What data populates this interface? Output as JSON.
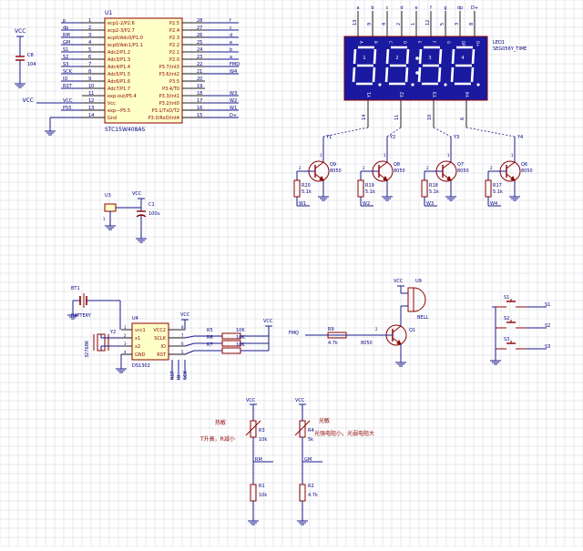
{
  "colors": {
    "background": "#ffffff",
    "grid": "#d4d4dc",
    "wire": "#1a1a8c",
    "component": "#8b0000",
    "label": "#000080",
    "pin": "#202020",
    "ic_fill": "#ffffc8",
    "display_fill": "#1a1aa0",
    "display_segment": "#ffffff"
  },
  "mcu": {
    "ref": "U1",
    "part": "STC15W408AS",
    "left_pins": [
      {
        "num": "1",
        "name": "ecp1-2/P2.6",
        "net": "p"
      },
      {
        "num": "2",
        "name": "ecp2-3/P2.7",
        "net": "dp"
      },
      {
        "num": "3",
        "name": "ecp0/Adc0/P1.0",
        "net": "RM"
      },
      {
        "num": "4",
        "name": "ecp0/Adc1/P1.1",
        "net": "GM"
      },
      {
        "num": "5",
        "name": "Adc2/P1.2",
        "net": "S1"
      },
      {
        "num": "6",
        "name": "Adc3/P1.3",
        "net": "S2"
      },
      {
        "num": "7",
        "name": "Adc4/P1.4",
        "net": "S3"
      },
      {
        "num": "8",
        "name": "Adc5/P1.5",
        "net": "SCK"
      },
      {
        "num": "9",
        "name": "Adc6/P1.6",
        "net": "IO"
      },
      {
        "num": "10",
        "name": "Adc7/P1.7",
        "net": "RST"
      },
      {
        "num": "11",
        "name": "exp-out/P5.4",
        "net": ""
      },
      {
        "num": "12",
        "name": "Vcc",
        "net": "VCC"
      },
      {
        "num": "13",
        "name": "exp—P5.5",
        "net": "P55"
      },
      {
        "num": "14",
        "name": "Gnd",
        "net": ""
      }
    ],
    "right_pins": [
      {
        "num": "28",
        "name": "P2.5",
        "net": "f"
      },
      {
        "num": "27",
        "name": "P2.4",
        "net": "c"
      },
      {
        "num": "26",
        "name": "P2.3",
        "net": "d"
      },
      {
        "num": "25",
        "name": "P2.2",
        "net": "e"
      },
      {
        "num": "24",
        "name": "P2.1",
        "net": "b"
      },
      {
        "num": "23",
        "name": "P2.0",
        "net": "a"
      },
      {
        "num": "22",
        "name": "P3.7/int3",
        "net": "FMQ"
      },
      {
        "num": "21",
        "name": "P3.6/int2",
        "net": "W4"
      },
      {
        "num": "20",
        "name": "P3.5",
        "net": ""
      },
      {
        "num": "19",
        "name": "P3.4/T0",
        "net": ""
      },
      {
        "num": "18",
        "name": "P3.3/int1",
        "net": "W3"
      },
      {
        "num": "17",
        "name": "P3.2/int0",
        "net": "W2"
      },
      {
        "num": "16",
        "name": "P3.1/TxD/T2",
        "net": "W1"
      },
      {
        "num": "15",
        "name": "P3.0/RxD/int4",
        "net": "D+"
      }
    ]
  },
  "decoupling": {
    "vcc": "VCC",
    "ref": "C8",
    "value": "104"
  },
  "p55_vcc": "VCC",
  "display": {
    "ref": "LED1",
    "part": "SEG056Y_TIME",
    "top_pins": [
      {
        "num": "13",
        "net": "a"
      },
      {
        "num": "9",
        "net": "b"
      },
      {
        "num": "4",
        "net": "c"
      },
      {
        "num": "2",
        "net": "d"
      },
      {
        "num": "1",
        "net": "e"
      },
      {
        "num": "12",
        "net": "f"
      },
      {
        "num": "5",
        "net": "g"
      },
      {
        "num": "3",
        "net": "dp"
      },
      {
        "num": "8",
        "net": "D+"
      }
    ],
    "top_pin_names": [
      "A",
      "B",
      "C",
      "D",
      "E",
      "F",
      "G",
      "DP",
      "D+"
    ],
    "digit_tags": [
      "1",
      "2",
      "3",
      "4"
    ],
    "bottom_pins": [
      {
        "num": "14",
        "name": "Y1"
      },
      {
        "num": "11",
        "name": "Y2"
      },
      {
        "num": "10",
        "name": "Y3"
      },
      {
        "num": "6",
        "name": "Y4"
      }
    ]
  },
  "drivers": [
    {
      "q": "Q9",
      "type": "8050",
      "r": "R20",
      "rv": "5.1k",
      "w": "W1",
      "y": "Y1"
    },
    {
      "q": "Q8",
      "type": "8050",
      "r": "R19",
      "rv": "5.1k",
      "w": "W2",
      "y": "Y2"
    },
    {
      "q": "Q7",
      "type": "8050",
      "r": "R18",
      "rv": "5.1k",
      "w": "W3",
      "y": "Y3"
    },
    {
      "q": "Q6",
      "type": "8050",
      "r": "R17",
      "rv": "5.1k",
      "w": "W4",
      "y": "Y4"
    }
  ],
  "driver_pins": {
    "base": "2",
    "collector": "1"
  },
  "temp": {
    "ref": "U3",
    "pin": "1",
    "vcc": "VCC",
    "cap_ref": "C1",
    "cap_value": "100u"
  },
  "rtc": {
    "ref": "U4",
    "part": "DS1302",
    "battery": "BT1",
    "battery_label": "BATTERY",
    "crystal": "Y2",
    "crystal_value": "32768K",
    "vcc": "VCC",
    "pins": [
      "vcc1",
      "VCC2",
      "x1",
      "SCLK",
      "x2",
      "IO",
      "GND",
      "RST"
    ],
    "pin_nums": [
      "1",
      "8",
      "2",
      "7",
      "3",
      "6",
      "4",
      "5"
    ],
    "resistors": [
      {
        "ref": "R5",
        "value": "10K"
      },
      {
        "ref": "R6",
        "value": "10K"
      },
      {
        "ref": "R7",
        "value": "10K"
      }
    ],
    "pullup_vcc": "VCC",
    "nets": [
      "RST",
      "IO",
      "SCK"
    ]
  },
  "buzzer": {
    "ref": "U9",
    "label": "BELL",
    "vcc": "VCC",
    "net": "FMQ",
    "r": "R9",
    "rv": "4.7k",
    "pin": "2",
    "q": "Q1",
    "qtype": "8050"
  },
  "switches": [
    {
      "ref": "S1",
      "net": "S1"
    },
    {
      "ref": "S2",
      "net": "S2"
    },
    {
      "ref": "S3",
      "net": "S3"
    }
  ],
  "sensors": {
    "rm": {
      "title": "热敏",
      "note": "T升高，R减小",
      "vcc": "VCC",
      "r": "R3",
      "rv": "10k",
      "net": "RM",
      "r2": "R1",
      "r2v": "10k"
    },
    "gm": {
      "title": "光敏",
      "note": "光强电阻小，光弱电阻大",
      "vcc": "VCC",
      "r": "R4",
      "rv": "5k",
      "net": "GM",
      "r2": "R2",
      "r2v": "4.7k"
    }
  }
}
